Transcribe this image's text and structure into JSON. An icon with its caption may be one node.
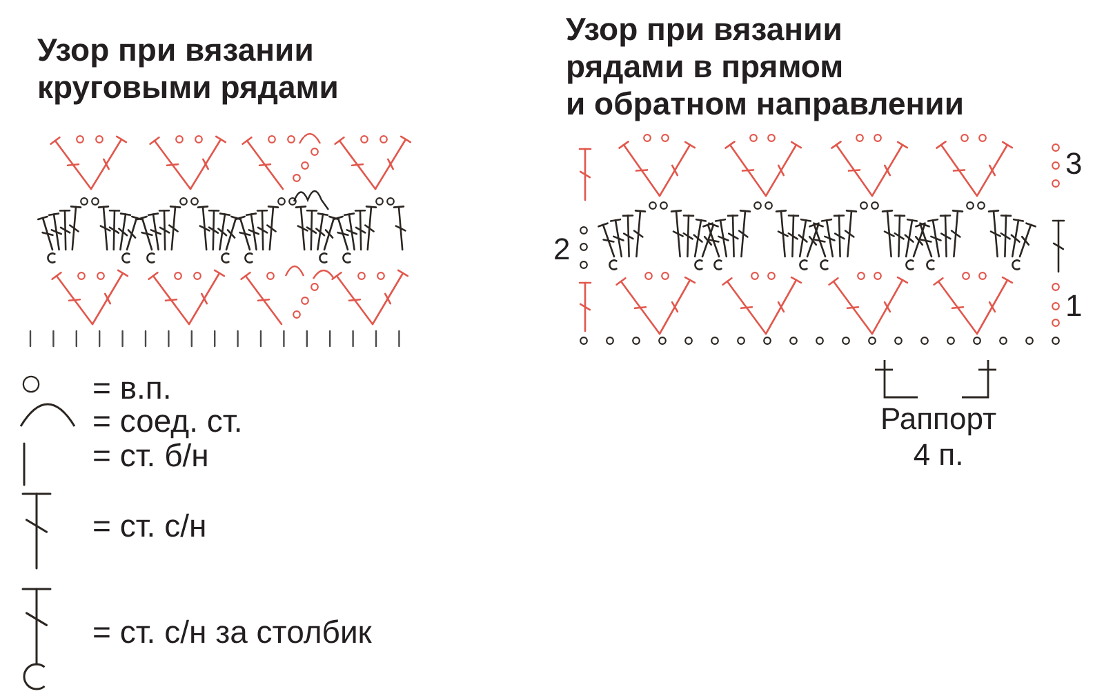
{
  "diagram": {
    "labels": [
      "Узор при вязании круговыми рядами",
      "Узор при вязании рядами в прямом и обратном направлении",
      "3",
      "2",
      "1",
      "Раппорт 4 п."
    ],
    "legend": [
      {
        "text": "= в.п."
      },
      {
        "text": "= соед. ст."
      },
      {
        "text": "= ст. б/н"
      },
      {
        "text": "= ст. с/н"
      },
      {
        "text": "= ст. с/н за столбик"
      }
    ]
  }
}
